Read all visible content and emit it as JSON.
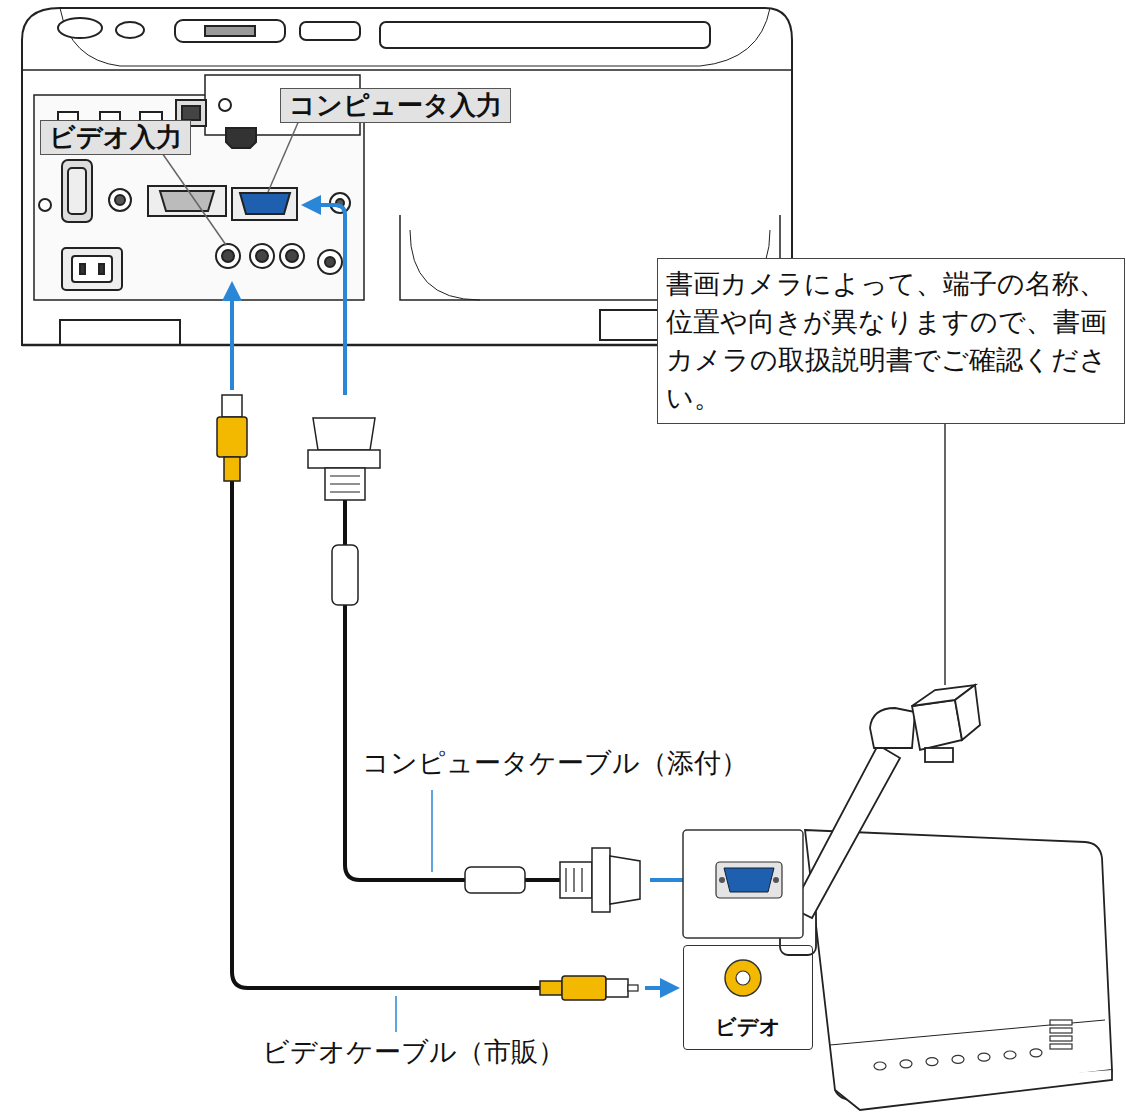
{
  "diagram": {
    "nodes": [
      {
        "text": [
          "ビデオ入力"
        ]
      },
      {
        "text": [
          "コンピュータ入力"
        ]
      },
      {
        "text": [
          "書画カメラによって、端子の名称、位置や向きが異なりますので、書画カメラの取扱説明書でご確認ください。"
        ]
      },
      {
        "text": [
          "ビデオ"
        ]
      }
    ],
    "labels": [
      "コンピュータケーブル（添付）",
      "ビデオケーブル（市販）"
    ]
  }
}
